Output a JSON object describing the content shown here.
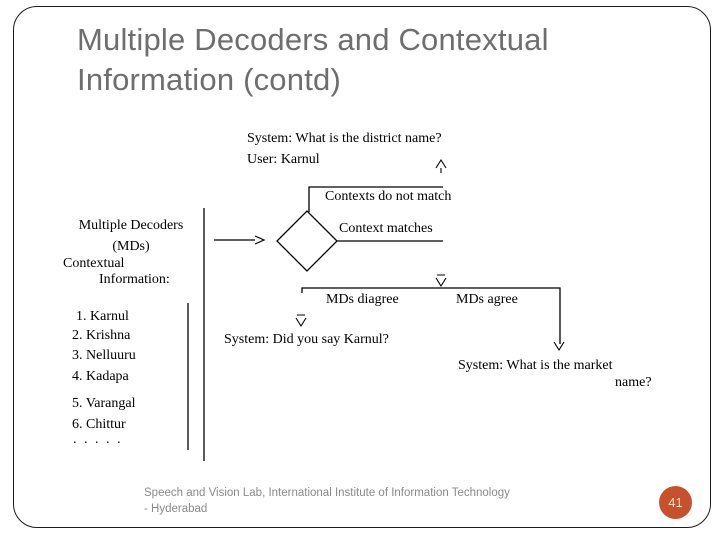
{
  "slide": {
    "title": "Multiple Decoders and Contextual Information (contd)",
    "footer_line1": "Speech and Vision Lab, International Institute of Information Technology",
    "footer_line2": "- Hyderabad",
    "page_number": "41",
    "accent_color": "#c7512b",
    "title_color": "#6e6e6e"
  },
  "diagram": {
    "system_question": "System: What is the district name?",
    "user_answer": "User: Karnul",
    "contexts_do_not_match": "Contexts do not match",
    "context_matches": "Context matches",
    "decoders_label_line1": "Multiple Decoders",
    "decoders_label_line2": "(MDs)",
    "contextual_label_line1": "Contextual",
    "contextual_label_line2": "Information:",
    "context_list": [
      "1. Karnul",
      "2. Krishna",
      "3. Nelluuru",
      "4. Kadapa",
      "5. Varangal",
      "6. Chittur",
      ". . . . ."
    ],
    "mds_disagree": "MDs diagree",
    "mds_agree": "MDs agree",
    "system_confirm": "System: Did you say Karnul?",
    "system_market_line1": "System: What is the market",
    "system_market_line2": "name?"
  }
}
